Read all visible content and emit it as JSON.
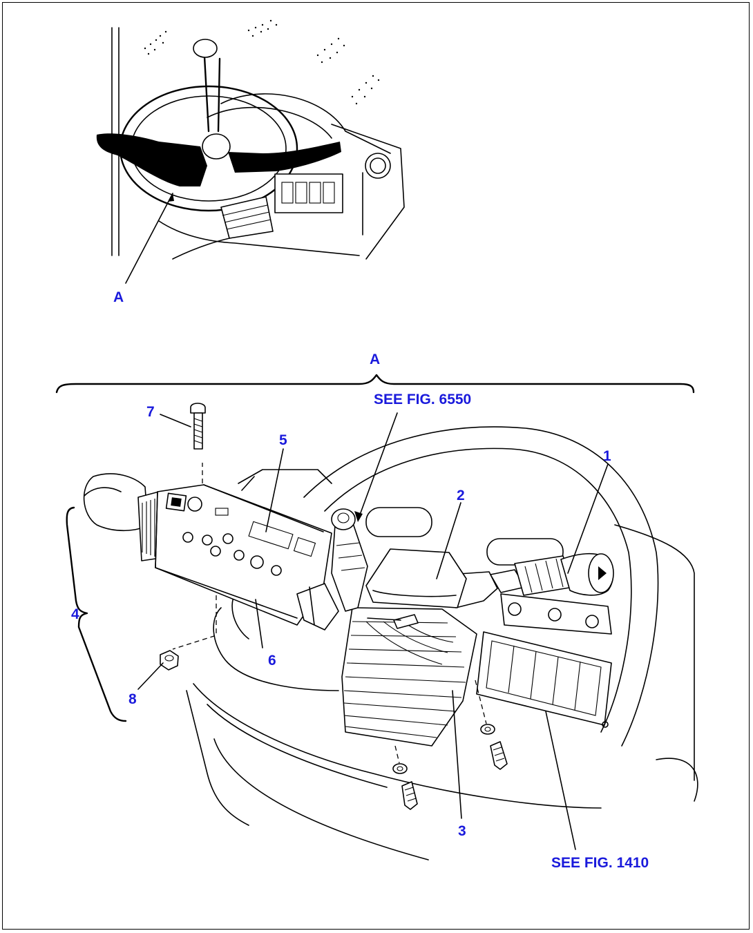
{
  "labels": {
    "overview_a": "A",
    "detail_a": "A",
    "see_fig_6550": "SEE FIG. 6550",
    "see_fig_1410": "SEE FIG. 1410",
    "part_1": "1",
    "part_2": "2",
    "part_3": "3",
    "part_4": "4",
    "part_5": "5",
    "part_6": "6",
    "part_7": "7",
    "part_8": "8"
  },
  "colors": {
    "label_color": "#1a1adc",
    "line_color": "#000000"
  }
}
